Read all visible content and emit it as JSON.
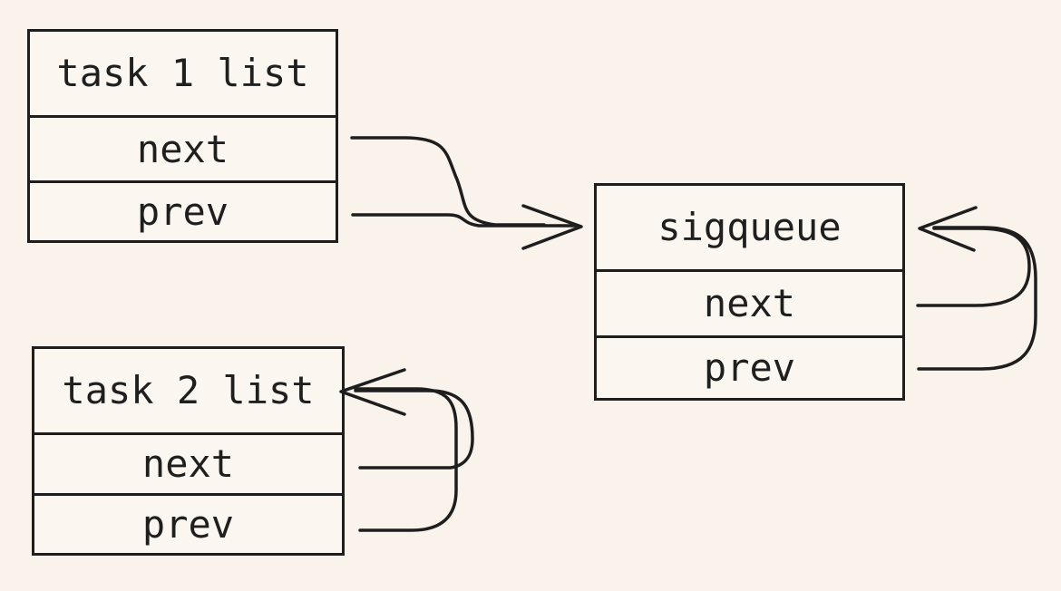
{
  "canvas": {
    "background_color": "#FAF3EC",
    "stroke_color": "#1E1E1E",
    "style": "hand-drawn"
  },
  "diagram": {
    "type": "linked-list-structure-diagram",
    "nodes": [
      {
        "id": "task1",
        "title": "task 1 list",
        "fields": [
          "next",
          "prev"
        ]
      },
      {
        "id": "sigqueue",
        "title": "sigqueue",
        "fields": [
          "next",
          "prev"
        ]
      },
      {
        "id": "task2",
        "title": "task 2 list",
        "fields": [
          "next",
          "prev"
        ]
      }
    ],
    "edges": [
      {
        "from": "task 1 list.next",
        "to": "sigqueue",
        "style": "curved-arrow"
      },
      {
        "from": "task 1 list.prev",
        "to": "sigqueue",
        "style": "curved-arrow"
      },
      {
        "from": "sigqueue.next",
        "to": "sigqueue",
        "style": "loop-back-arrow"
      },
      {
        "from": "sigqueue.prev",
        "to": "sigqueue",
        "style": "loop-back-arrow"
      },
      {
        "from": "task 2 list.next",
        "to": "task 2 list",
        "style": "loop-back-arrow"
      },
      {
        "from": "task 2 list.prev",
        "to": "task 2 list",
        "style": "loop-back-arrow"
      }
    ]
  }
}
